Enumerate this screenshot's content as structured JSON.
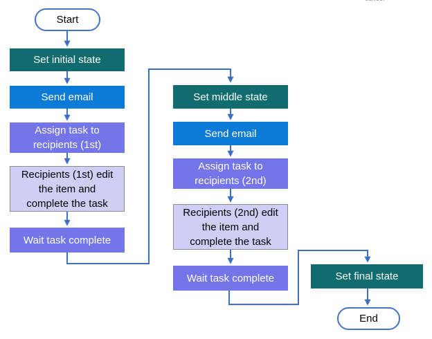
{
  "page": {
    "clipped_caption": "cancel"
  },
  "colors": {
    "state_box_teal": "#106C6E",
    "email_box_blue": "#0C7BD8",
    "task_box_purple": "#7375E8",
    "manual_box_lavender": "#CFCFF5",
    "manual_box_border": "#8C8C8C",
    "connector_blue": "#3C6FC4",
    "terminator_border_blue": "#4472C4",
    "text_on_dark": "#FFFFFF",
    "text_on_light": "#000000"
  },
  "nodes": {
    "start": {
      "label": "Start",
      "type": "terminator"
    },
    "set_initial_state": {
      "label": "Set initial state",
      "type": "process"
    },
    "send_email_1": {
      "label": "Send email",
      "type": "process"
    },
    "assign_task_1": {
      "lines": [
        "Assign task to",
        "recipients (1st)"
      ],
      "type": "process"
    },
    "recipients_1": {
      "lines": [
        "Recipients (1st) edit",
        "the item and",
        "complete the task"
      ],
      "type": "process"
    },
    "wait_1": {
      "label": "Wait task complete",
      "type": "process"
    },
    "set_middle_state": {
      "label": "Set middle state",
      "type": "process"
    },
    "send_email_2": {
      "label": "Send email",
      "type": "process"
    },
    "assign_task_2": {
      "lines": [
        "Assign task to",
        "recipients (2nd)"
      ],
      "type": "process"
    },
    "recipients_2": {
      "lines": [
        "Recipients (2nd) edit",
        "the item and",
        "complete the task"
      ],
      "type": "process"
    },
    "wait_2": {
      "label": "Wait task complete",
      "type": "process"
    },
    "set_final_state": {
      "label": "Set final state",
      "type": "process"
    },
    "end": {
      "label": "End",
      "type": "terminator"
    }
  }
}
